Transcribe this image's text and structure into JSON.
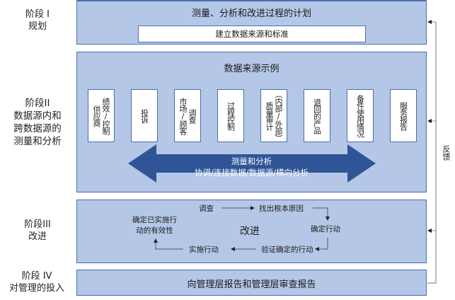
{
  "phases": [
    {
      "label_line1": "阶段 I",
      "label_line2": "规划"
    },
    {
      "label_line1": "阶段II",
      "label_line2": "数据源内和",
      "label_line3": "跨数据源的",
      "label_line4": "测量和分析"
    },
    {
      "label_line1": "阶段III",
      "label_line2": "改进"
    },
    {
      "label_line1": "阶段 IV",
      "label_line2": "对管理的投入"
    }
  ],
  "planning": {
    "title": "测量、分析和改进过程的计划",
    "subtitle": "建立数据来源和标准"
  },
  "data_sources": {
    "title": "数据来源示例",
    "items": [
      {
        "label": "供应商绩效/控制",
        "col1": "供应商",
        "col2": "绩效/控制"
      },
      {
        "label": "投诉"
      },
      {
        "label": "市场/顾客调查",
        "col1": "市场/顾客",
        "col2": "调查"
      },
      {
        "label": "过程控制"
      },
      {
        "label": "质量审计（内部/外部）",
        "col1": "质量审计",
        "col2": "（内部/外部）"
      },
      {
        "label": "退回的产品"
      },
      {
        "label": "备件使用情况"
      },
      {
        "label": "服务报告"
      }
    ],
    "arrow_line1": "测量和分析",
    "arrow_line2": "协调/连接数据/数据源/横向分析"
  },
  "improvement": {
    "center_label": "改进",
    "steps": {
      "investigate": "调查",
      "root_cause": "找出根本原因",
      "determine_action": "确定行动",
      "verify_action": "验证确定的行动",
      "implement_action": "实施行动",
      "effectiveness_line1": "确定已实施行",
      "effectiveness_line2": "动的有效性"
    }
  },
  "management": {
    "title": "向管理层报告和管理层审查报告"
  },
  "feedback": {
    "label": "反馈"
  },
  "colors": {
    "panel_fill": "#b4c7e7",
    "panel_border": "#4a6fae",
    "arrow_fill": "#2f5597",
    "feedback_line": "#7f7f7f"
  }
}
